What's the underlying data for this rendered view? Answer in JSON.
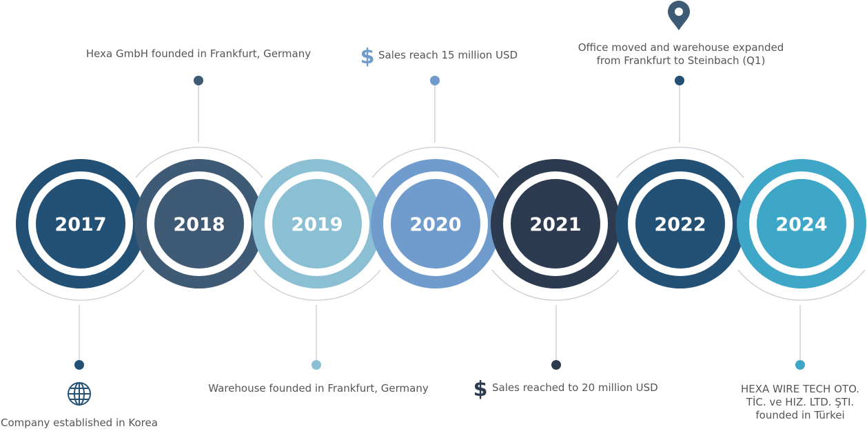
{
  "title": "Company timeline",
  "colors": {
    "c2017": "#235176",
    "c2018": "#3e5a74",
    "c2019": "#8bbfd4",
    "c2020": "#6f9ccd",
    "c2021": "#2c3b4f",
    "c2022": "#235176",
    "c2024": "#3ea7c8",
    "line": "#c9c9d4"
  },
  "milestones": [
    {
      "year": "2017",
      "text": [
        "Company established in Korea"
      ],
      "icon": "globe-icon"
    },
    {
      "year": "2018",
      "text": [
        "Hexa GmbH founded in Frankfurt, Germany"
      ]
    },
    {
      "year": "2019",
      "text": [
        "Warehouse founded in Frankfurt, Germany"
      ]
    },
    {
      "year": "2020",
      "text": [
        "Sales reach 15 million USD"
      ],
      "icon": "dollar-icon",
      "icon_glyph": "$"
    },
    {
      "year": "2021",
      "text": [
        "Sales reached to 20 million USD"
      ],
      "icon": "dollar-icon",
      "icon_glyph": "$"
    },
    {
      "year": "2022",
      "text": [
        "Office moved and warehouse expanded",
        "from Frankfurt to Steinbach (Q1)"
      ],
      "icon": "map-pin-icon"
    },
    {
      "year": "2024",
      "text": [
        "HEXA WIRE TECH OTO.",
        "TİC. ve HIZ. LTD. ŞTI.",
        "founded in Türkei"
      ]
    }
  ]
}
